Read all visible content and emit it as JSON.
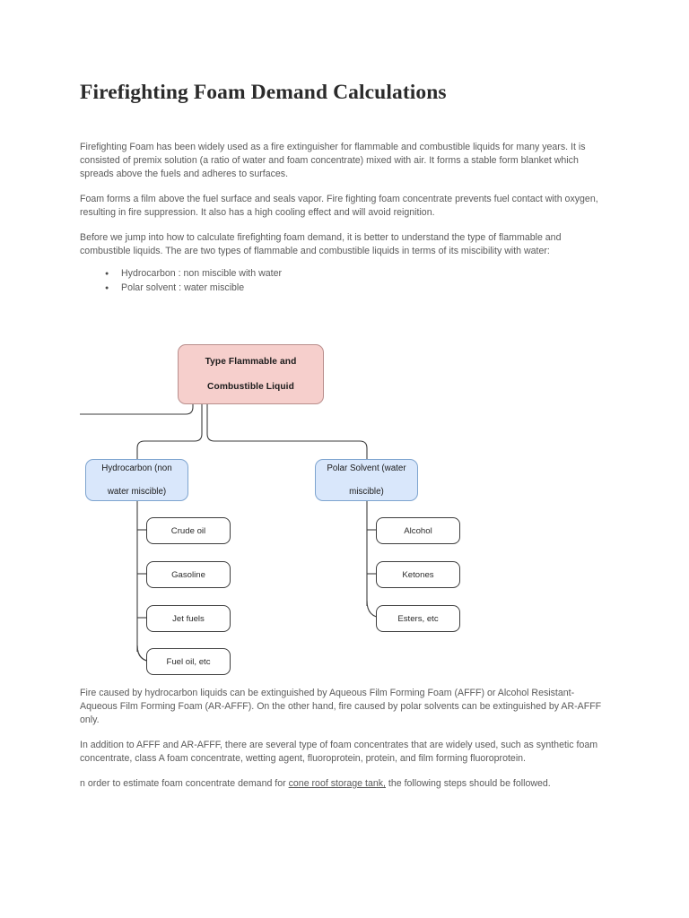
{
  "document": {
    "title": "Firefighting Foam Demand Calculations",
    "paragraphs_before": [
      "Firefighting Foam has been widely used as a fire extinguisher for flammable and combustible liquids for many years. It is consisted of premix solution (a ratio of water and foam concentrate) mixed with air. It forms a stable form blanket which spreads above the fuels and adheres to surfaces.",
      "Foam forms a film above the fuel surface and seals vapor. Fire fighting foam concentrate prevents fuel contact with oxygen, resulting in fire suppression. It also has a high cooling effect and will avoid reignition.",
      "Before we jump into how to calculate firefighting foam demand, it is better to understand the type of flammable and combustible liquids. The are two types of flammable and combustible liquids in terms of its miscibility with water:"
    ],
    "bullets": [
      "Hydrocarbon : non miscible with water",
      "Polar solvent : water miscible"
    ],
    "paragraphs_after": [
      "Fire caused by hydrocarbon liquids can be extinguished by Aqueous Film Forming Foam (AFFF) or Alcohol Resistant-Aqueous Film Forming Foam (AR-AFFF). On the other hand, fire caused by polar solvents can be extinguished by AR-AFFF only.",
      "In addition to AFFF and AR-AFFF, there are several type of foam concentrates that are widely used, such as synthetic foam concentrate, class A foam concentrate, wetting agent, fluoroprotein, protein, and film forming fluoroprotein."
    ],
    "final_paragraph": {
      "lead": "n order to estimate foam concentrate demand for ",
      "link": "cone roof storage tank,",
      "tail": " the following steps should be followed."
    }
  },
  "diagram": {
    "type": "tree",
    "root": {
      "label_line1": "Type Flammable and",
      "label_line2": "Combustible Liquid",
      "fill": "#f6cfcc",
      "stroke": "#b98e8c"
    },
    "categories": [
      {
        "label_line1": "Hydrocarbon (non",
        "label_line2": "water miscible)",
        "fill": "#d9e7fb",
        "stroke": "#7ea4cf",
        "children": [
          "Crude oil",
          "Gasoline",
          "Jet fuels",
          "Fuel oil, etc"
        ]
      },
      {
        "label_line1": "Polar Solvent (water",
        "label_line2": "miscible)",
        "fill": "#d9e7fb",
        "stroke": "#7ea4cf",
        "children": [
          "Alcohol",
          "Ketones",
          "Esters, etc"
        ]
      }
    ],
    "leaf_style": {
      "fill": "#ffffff",
      "stroke": "#3d3d3d"
    },
    "connector_color": "#3d3d3d"
  }
}
